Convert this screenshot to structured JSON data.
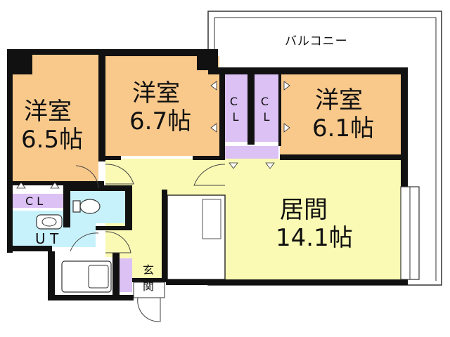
{
  "balcony": {
    "label": "バルコニー"
  },
  "rooms": {
    "western_a": {
      "name": "洋室",
      "size": "6.5帖"
    },
    "western_b": {
      "name": "洋室",
      "size": "6.7帖"
    },
    "western_c": {
      "name": "洋室",
      "size": "6.1帖"
    },
    "living": {
      "name": "居間",
      "size": "14.1帖"
    }
  },
  "closets": {
    "cl_1": "C L",
    "cl_2": "C L",
    "cl_3": "C L"
  },
  "utility": {
    "label": "U T"
  },
  "entrance": {
    "char1": "玄",
    "char2": "関"
  },
  "colors": {
    "western_room": "#f9c98b",
    "living_room": "#fafab4",
    "closet": "#dcc1f5",
    "bath": "#c8f2fb",
    "wall": "#111111"
  }
}
